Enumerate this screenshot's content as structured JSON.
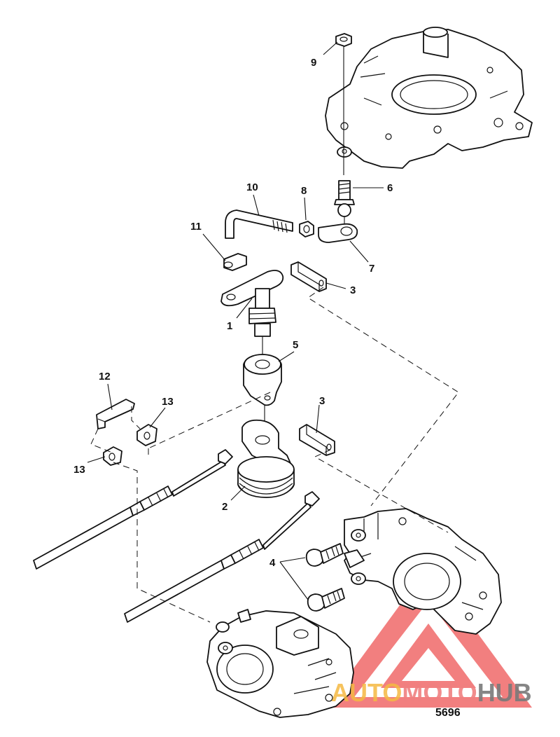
{
  "diagram": {
    "figure_number": "5696",
    "callouts": [
      {
        "id": "c1",
        "text": "1"
      },
      {
        "id": "c2",
        "text": "2"
      },
      {
        "id": "c3a",
        "text": "3"
      },
      {
        "id": "c3b",
        "text": "3"
      },
      {
        "id": "c4",
        "text": "4"
      },
      {
        "id": "c5",
        "text": "5"
      },
      {
        "id": "c6",
        "text": "6"
      },
      {
        "id": "c7",
        "text": "7"
      },
      {
        "id": "c8",
        "text": "8"
      },
      {
        "id": "c9",
        "text": "9"
      },
      {
        "id": "c10",
        "text": "10"
      },
      {
        "id": "c11",
        "text": "11"
      },
      {
        "id": "c12",
        "text": "12"
      },
      {
        "id": "c13a",
        "text": "13"
      },
      {
        "id": "c13b",
        "text": "13"
      }
    ]
  },
  "watermark": {
    "part1": "AUTO",
    "part2": "MOTO",
    "part3": "HUB",
    "color_auto": "#f5b942",
    "color_moto": "#f08080",
    "color_hub": "#7a7a7a",
    "triangle_color": "#ee5555"
  }
}
